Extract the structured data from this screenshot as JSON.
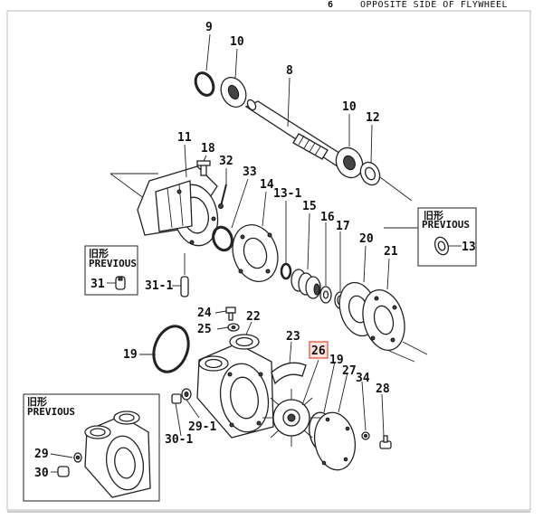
{
  "header": {
    "page_number": "6",
    "title": "OPPOSITE SIDE OF FLYWHEEL"
  },
  "inset_boxes": {
    "old_type_label": "旧形",
    "previous_label": "PREVIOUS"
  },
  "part_labels": {
    "p9": "9",
    "p10a": "10",
    "p8": "8",
    "p10b": "10",
    "p12": "12",
    "p11": "11",
    "p18": "18",
    "p32": "32",
    "p33": "33",
    "p14": "14",
    "p13_1": "13-1",
    "p15": "15",
    "p16": "16",
    "p17": "17",
    "p20": "20",
    "p21": "21",
    "p13": "13",
    "p31": "31",
    "p31_1": "31-1",
    "p24": "24",
    "p25": "25",
    "p22": "22",
    "p19": "19",
    "p23": "23",
    "p26": "26",
    "p19b": "19",
    "p27": "27",
    "p34": "34",
    "p28": "28",
    "p29_1": "29-1",
    "p30_1": "30-1",
    "p29": "29",
    "p30": "30"
  },
  "highlight": {
    "part": "26",
    "color": "#e0453a"
  }
}
